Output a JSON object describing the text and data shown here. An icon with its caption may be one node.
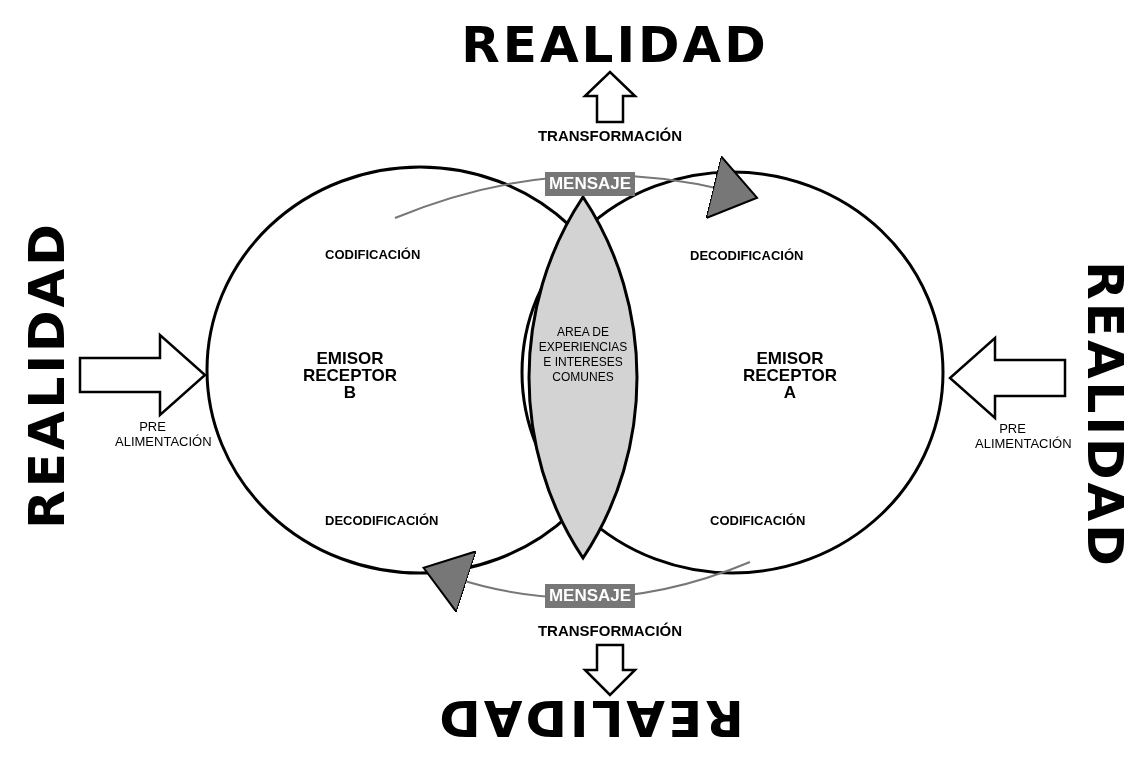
{
  "diagram": {
    "nodes": [
      {
        "text": [
          "REALIDAD"
        ]
      },
      {
        "text": [
          "REALIDAD"
        ]
      },
      {
        "text": [
          "REALIDAD"
        ]
      },
      {
        "text": [
          "REALIDAD"
        ]
      },
      {
        "text": [
          "CODIFICACIÓN",
          "EMISOR RECEPTOR B",
          "DECODIFICACIÓN"
        ]
      },
      {
        "text": [
          "DECODIFICACIÓN",
          "EMISOR RECEPTOR A",
          "CODIFICACIÓN"
        ]
      },
      {
        "text": [
          "AREA DE EXPERIENCIAS E INTERESES COMUNES"
        ]
      }
    ],
    "edges": [
      {
        "from": 4,
        "to": 5,
        "arrow": "to",
        "label": "MENSAJE",
        "color": "#777777"
      },
      {
        "from": 5,
        "to": 4,
        "arrow": "to",
        "label": "MENSAJE",
        "color": "#777777"
      },
      {
        "from": null,
        "to": 0,
        "arrow": "to",
        "label": "TRANSFORMACIÓN"
      },
      {
        "from": null,
        "to": 3,
        "arrow": "to",
        "label": "TRANSFORMACIÓN"
      },
      {
        "from": 1,
        "to": 4,
        "arrow": "to",
        "label": "PRE ALIMENTACIÓN"
      },
      {
        "from": 2,
        "to": 5,
        "arrow": "to",
        "label": "PRE ALIMENTACIÓN"
      }
    ]
  }
}
